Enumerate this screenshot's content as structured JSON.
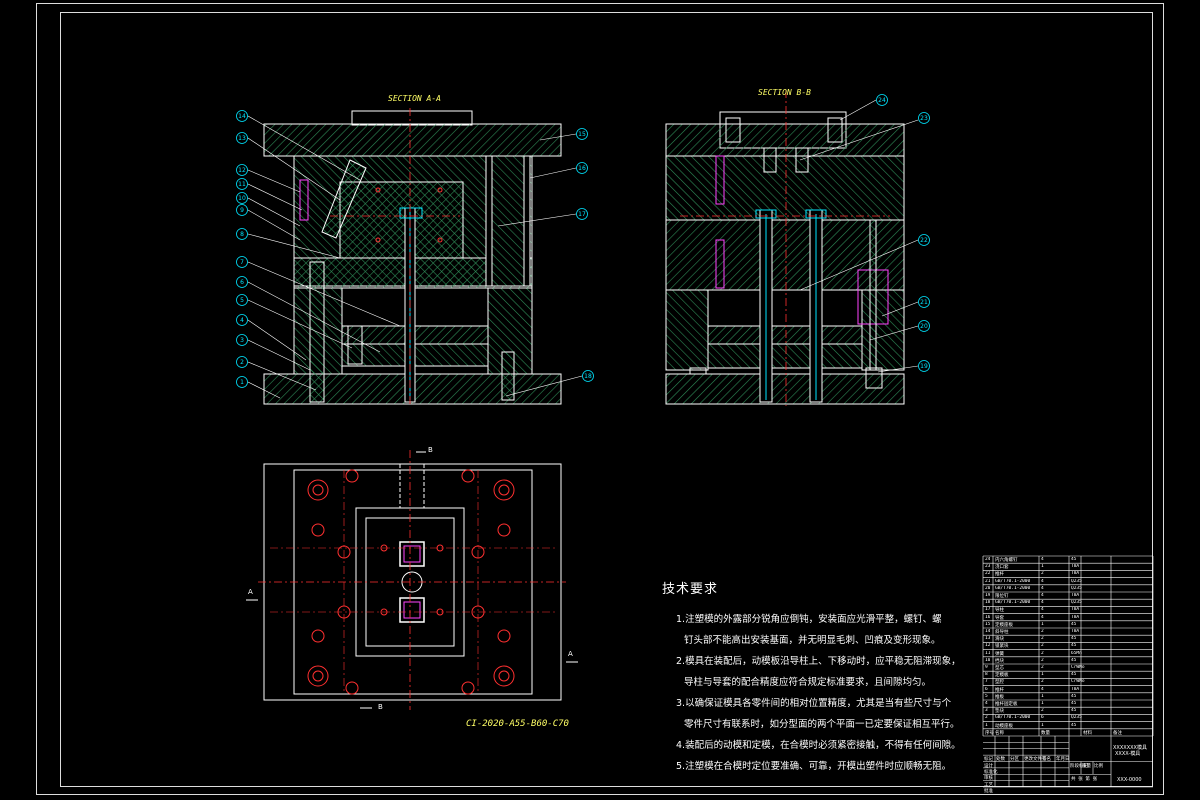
{
  "drawing": {
    "section_a_label": "SECTION A-A",
    "section_b_label": "SECTION B-B",
    "drawing_number": "CI-2020-A55-B60-C70",
    "view_marks": {
      "b_top": "B",
      "b_bottom": "B",
      "a_left": "A",
      "a_right": "A"
    },
    "balloons_left": [
      "14",
      "13",
      "12",
      "11",
      "10",
      "9",
      "8",
      "7",
      "6",
      "5",
      "4",
      "3",
      "2",
      "1"
    ],
    "balloons_left_top": [
      "15",
      "16",
      "17"
    ],
    "balloons_left_bottom": [
      "18"
    ],
    "balloons_right": [
      "24",
      "23",
      "22",
      "21",
      "20",
      "19"
    ],
    "colors": {
      "outline": "#ffffff",
      "hatch": "#2e8b57",
      "center": "#ff3030",
      "part": "#00e5ff",
      "balloon": "#00e5ff",
      "pin": "#ff44ff",
      "label": "#ffff66"
    }
  },
  "tech_requirements": {
    "title": "技术要求",
    "items": [
      {
        "first": "1.注塑模的外露部分锐角应倒钝，安装面应光滑平整，螺钉、螺",
        "cont": "钉头部不能高出安装基面，并无明显毛刺、凹痕及变形现象。"
      },
      {
        "first": "2.模具在装配后，动模板沿导柱上、下移动时，应平稳无阻滞现象，",
        "cont": "导柱与导套的配合精度应符合规定标准要求，且间隙均匀。"
      },
      {
        "first": "3.以确保证模具各零件间的相对位置精度，尤其是当有些尺寸与个",
        "cont": "零件尺寸有联系时，如分型面的两个平面一已定要保证相互平行。"
      },
      {
        "first": "4.装配后的动模和定模，在合模时必须紧密接触，不得有任何间隙。",
        "cont": ""
      },
      {
        "first": "5.注塑模在合模时定位要准确、可靠，开模出塑件时应顺畅无阻。",
        "cont": ""
      }
    ]
  },
  "title_block": {
    "rows": [
      [
        "24",
        "内六角螺钉",
        "4",
        "45",
        ""
      ],
      [
        "23",
        "浇口套",
        "1",
        "T8A",
        ""
      ],
      [
        "22",
        "推杆",
        "2",
        "T8A",
        ""
      ],
      [
        "21",
        "GB/T70.1-2000",
        "4",
        "Q235",
        ""
      ],
      [
        "20",
        "GB/T70.1-2000",
        "4",
        "Q235",
        ""
      ],
      [
        "19",
        "限位钉",
        "4",
        "T8A",
        ""
      ],
      [
        "18",
        "GB/T70.1-2000",
        "4",
        "Q235",
        ""
      ],
      [
        "17",
        "导柱",
        "4",
        "T8A",
        ""
      ],
      [
        "16",
        "导套",
        "4",
        "T8A",
        ""
      ],
      [
        "15",
        "定模座板",
        "1",
        "45",
        ""
      ],
      [
        "14",
        "斜导柱",
        "2",
        "T8A",
        ""
      ],
      [
        "13",
        "滑块",
        "2",
        "45",
        ""
      ],
      [
        "12",
        "锁紧块",
        "2",
        "45",
        ""
      ],
      [
        "11",
        "弹簧",
        "2",
        "65Mn",
        ""
      ],
      [
        "10",
        "挡块",
        "2",
        "45",
        ""
      ],
      [
        "9",
        "型芯",
        "2",
        "CrWMo",
        ""
      ],
      [
        "8",
        "定模板",
        "1",
        "45",
        ""
      ],
      [
        "7",
        "型腔",
        "2",
        "CrWMo",
        ""
      ],
      [
        "6",
        "推杆",
        "4",
        "T8A",
        ""
      ],
      [
        "5",
        "推板",
        "1",
        "45",
        ""
      ],
      [
        "4",
        "推杆固定板",
        "1",
        "45",
        ""
      ],
      [
        "3",
        "垫块",
        "2",
        "45",
        ""
      ],
      [
        "2",
        "GB/T70.1-2000",
        "6",
        "Q235",
        ""
      ],
      [
        "1",
        "动模座板",
        "1",
        "45",
        ""
      ]
    ],
    "header": [
      "序号",
      "名称",
      "数量",
      "材料",
      "备注"
    ],
    "drawing_title": "XXXXXXX模具",
    "drawing_code": "XXXX-模具",
    "company": "XXX-0000",
    "sign_labels": [
      "标记",
      "处数",
      "分区",
      "更改文件号",
      "签名",
      "年月日"
    ],
    "sign_labels2": [
      "设计",
      "标准化",
      "审核",
      "工艺",
      "批准"
    ],
    "scale_labels": [
      "阶段标记",
      "重量",
      "比例"
    ],
    "sheet": "共 张 第 张"
  }
}
